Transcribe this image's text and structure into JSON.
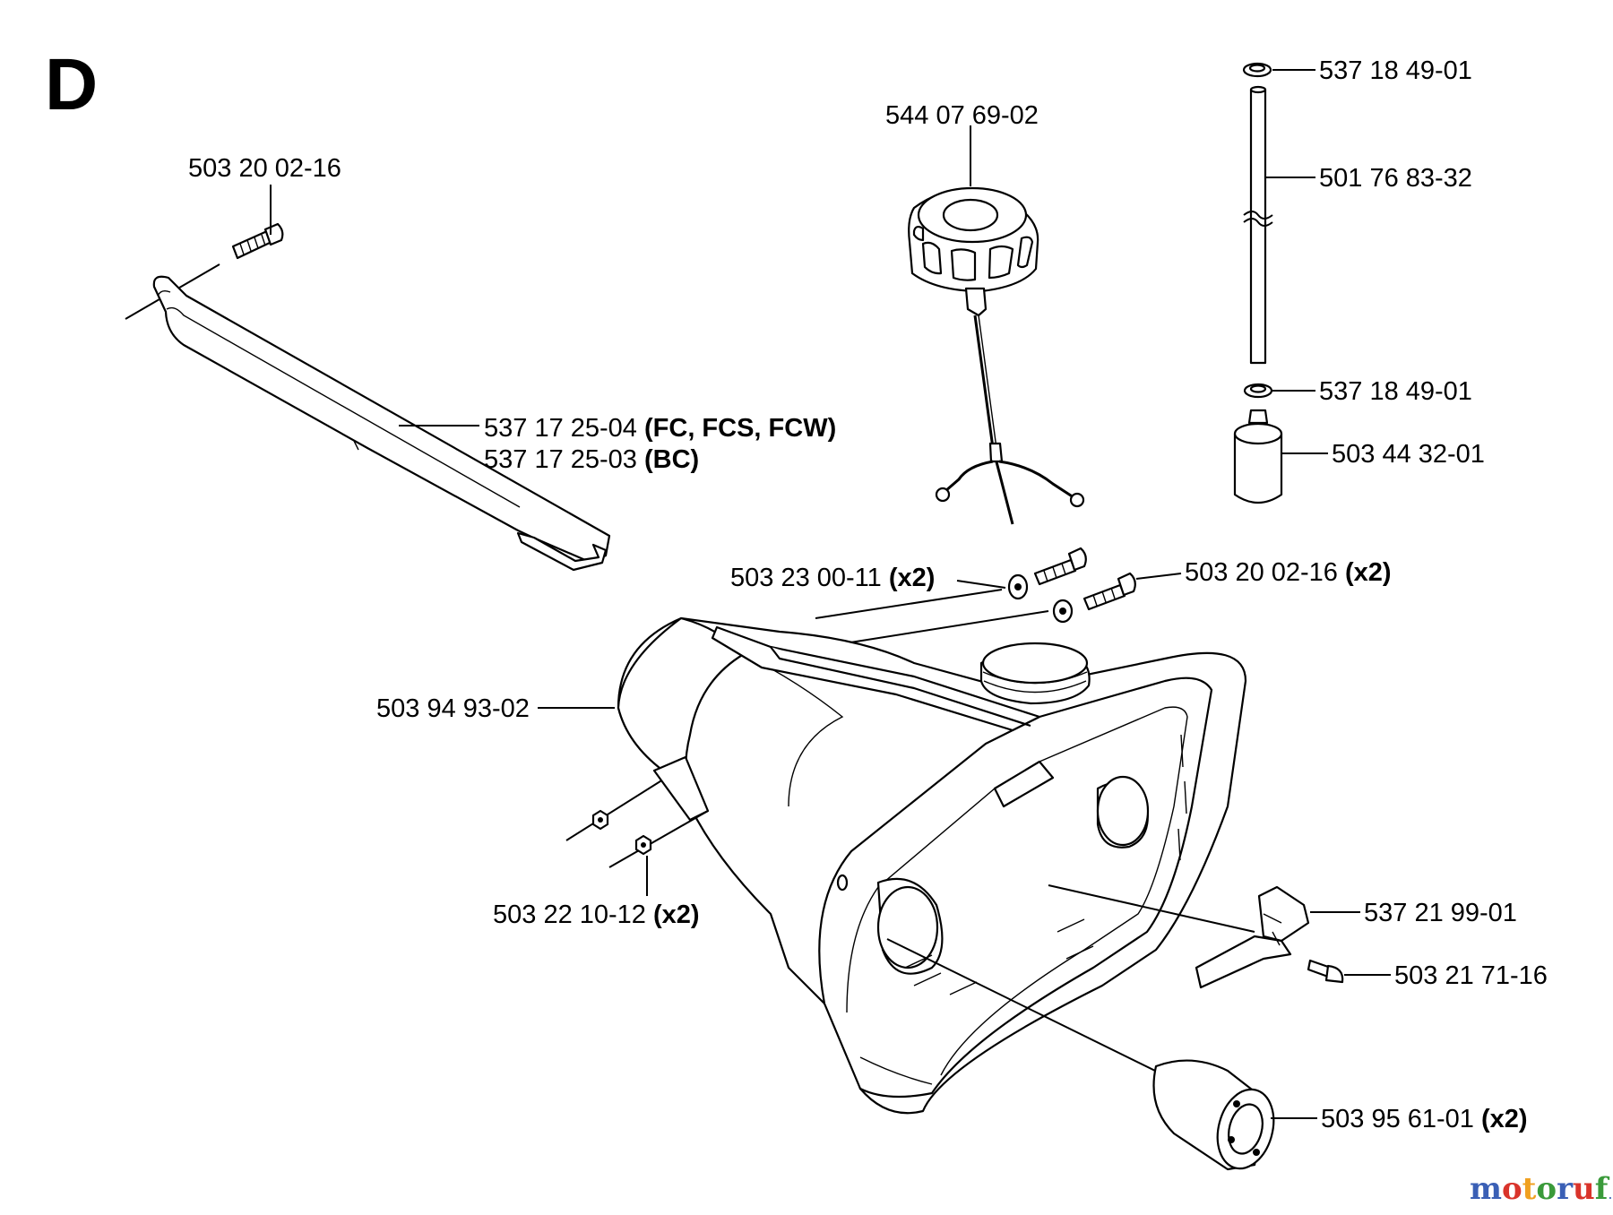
{
  "diagram": {
    "section_letter": "D",
    "watermark": {
      "letters": [
        "m",
        "o",
        "t",
        "o",
        "r",
        "u",
        "f"
      ],
      "letter_colors": [
        "#3a5fb5",
        "#d9342b",
        "#f0a020",
        "#3a9a3a",
        "#3a5fb5",
        "#d9342b",
        "#3a9a3a"
      ],
      "suffix": ".de"
    },
    "labels": {
      "screw_handle": "503 20 02-16",
      "fuel_cap": "544 07 69-02",
      "grommet_top": "537 18 49-01",
      "fuel_hose": "501 76 83-32",
      "grommet_bottom": "537 18 49-01",
      "fuel_filter": "503 44 32-01",
      "handle_fc": "537 17 25-04",
      "handle_fc_models": "(FC, FCS, FCW)",
      "handle_bc": "537 17 25-03",
      "handle_bc_models": "(BC)",
      "screw_left": "503 23 00-11",
      "screw_left_qty": "(x2)",
      "screw_right": "503 20 02-16",
      "screw_right_qty": "(x2)",
      "tank": "503 94 93-02",
      "nut": "503 22 10-12",
      "nut_qty": "(x2)",
      "bracket": "537 21 99-01",
      "screw_bracket": "503 21 71-16",
      "damper": "503 95 61-01",
      "damper_qty": "(x2)"
    }
  }
}
